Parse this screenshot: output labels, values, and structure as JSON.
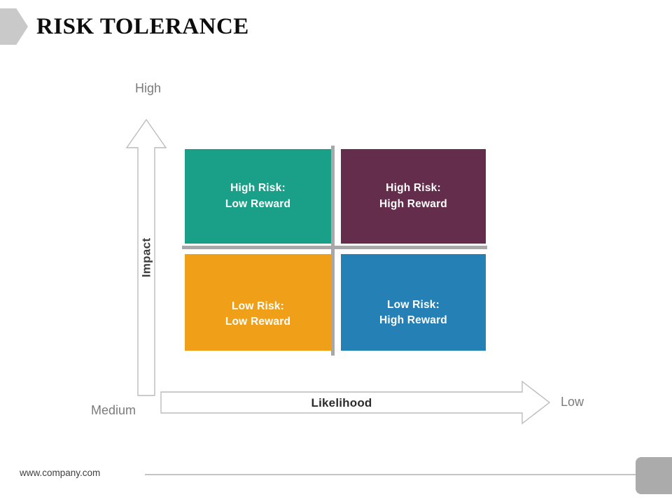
{
  "slide": {
    "title": "RISK TOLERANCE",
    "decor_icon": "triangle-arrow-icon"
  },
  "axes": {
    "vertical": {
      "label": "Impact",
      "top_tick": "High",
      "bottom_tick": "Medium",
      "arrow_icon": "up-arrow-outline-icon"
    },
    "horizontal": {
      "label": "Likelihood",
      "right_tick": "Low",
      "arrow_icon": "right-arrow-outline-icon"
    }
  },
  "matrix": {
    "quadrants": [
      {
        "id": "top-left",
        "line1": "High Risk:",
        "line2": "Low Reward",
        "color": "#1AA088"
      },
      {
        "id": "top-right",
        "line1": "High Risk:",
        "line2": "High Reward",
        "color": "#632D4B"
      },
      {
        "id": "bottom-left",
        "line1": "Low Risk:",
        "line2": "Low Reward",
        "color": "#F0A018"
      },
      {
        "id": "bottom-right",
        "line1": "Low Risk:",
        "line2": "High Reward",
        "color": "#2580B5"
      }
    ],
    "divider_color": "#A8A8A8"
  },
  "footer": {
    "url": "www.company.com"
  },
  "colors": {
    "title": "#0D0D0D",
    "tick_label": "#7B7B7B",
    "decor_gray": "#C9C9C9",
    "footer_block": "#ABABAB"
  }
}
